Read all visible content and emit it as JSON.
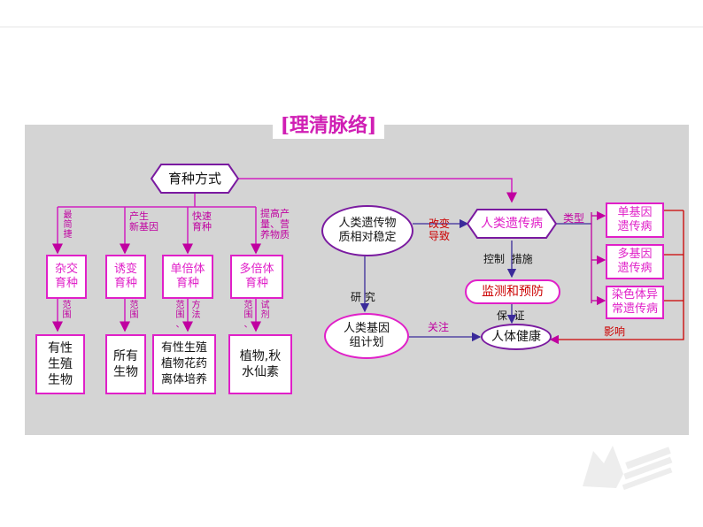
{
  "title": "[理清脉络]",
  "breeding": {
    "root": "育种方式",
    "methods": [
      {
        "feature": "最\n简\n捷",
        "name": "杂交\n育种",
        "scope_label": "范\n围",
        "scope": "有性\n生殖\n生物"
      },
      {
        "feature": "产生\n新基因",
        "name": "诱变\n育种",
        "scope_label": "范\n围",
        "scope": "所有\n生物"
      },
      {
        "feature": "快速\n育种",
        "name": "单倍体\n育种",
        "scope_label": "范\n围\n、",
        "method_label": "方\n法",
        "scope": "有性生殖\n植物花药\n离体培养"
      },
      {
        "feature": "提高产\n量、营\n养物质",
        "name": "多倍体\n育种",
        "scope_label": "范\n围\n、",
        "method_label": "试\n剂",
        "scope": "植物,秋\n水仙素"
      }
    ]
  },
  "genetics": {
    "stable": "人类遗传物\n质相对稳定",
    "change_label": "改变\n导致",
    "disease": "人类遗传病",
    "type_label": "类型",
    "types": [
      "单基因\n遗传病",
      "多基因\n遗传病",
      "染色体异\n常遗传病"
    ],
    "study_label": "研 究",
    "control_label": "控制  措施",
    "monitor": "监测和预防",
    "guarantee_label": "保  证",
    "project": "人类基因\n组计划",
    "focus_label": "关注",
    "health": "人体健康",
    "influence_label": "影响"
  },
  "colors": {
    "magenta": "#e020c8",
    "purple": "#7a1aa0",
    "red": "#cc0000",
    "panel": "#d4d4d4"
  }
}
